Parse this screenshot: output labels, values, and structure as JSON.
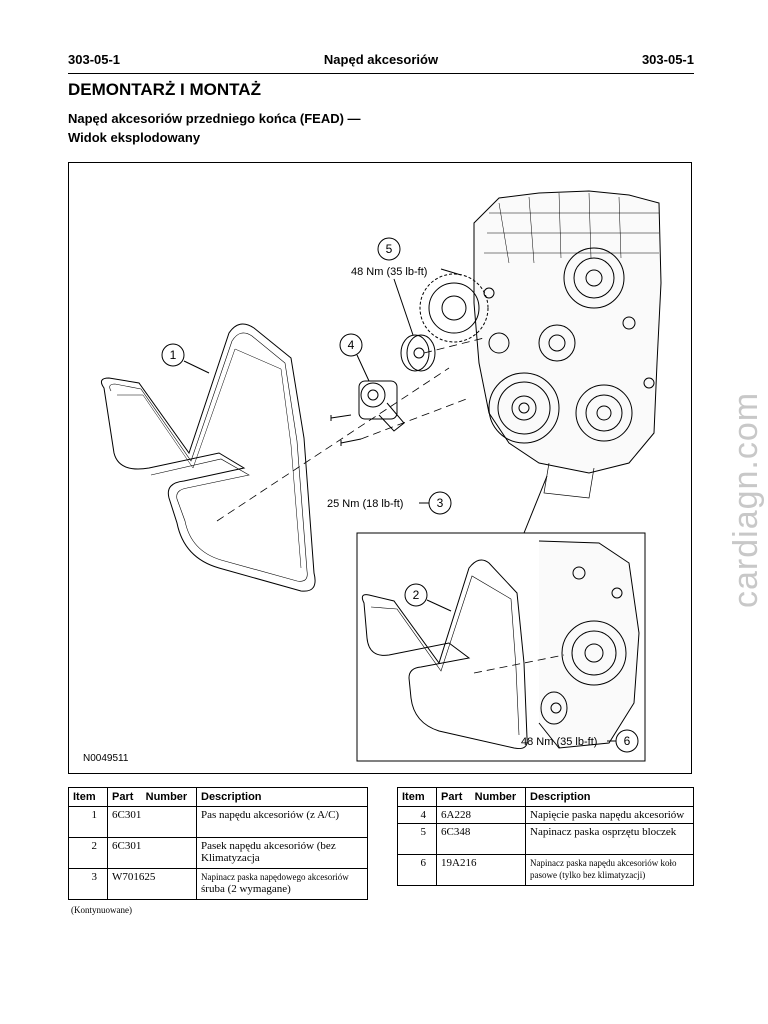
{
  "header": {
    "left": "303-05-1",
    "center": "Napęd akcesoriów",
    "right": "303-05-1"
  },
  "title": "DEMONTARŻ I MONTAŻ",
  "subtitle_line1": "Napęd akcesoriów przedniego końca (FEAD) —",
  "subtitle_line2": "Widok eksplodowany",
  "figure": {
    "id": "N0049511",
    "callouts": [
      {
        "num": "1"
      },
      {
        "num": "2"
      },
      {
        "num": "3",
        "label": "25 Nm (18 lb-ft)"
      },
      {
        "num": "4"
      },
      {
        "num": "5",
        "label": "48 Nm (35 lb-ft)"
      },
      {
        "num": "6",
        "label": "48 Nm (35 lb-ft)"
      }
    ]
  },
  "table": {
    "headers": [
      "Item",
      "Part",
      "Number",
      "Description"
    ],
    "rows": [
      {
        "item": "1",
        "part": "6C301",
        "desc": "Pas napędu akcesoriów (z A/C)"
      },
      {
        "item": "2",
        "part": "6C301",
        "desc": "Pasek napędu akcesoriów (bez Klimatyzacja"
      },
      {
        "item": "3",
        "part": "W701625",
        "desc_small": "Napinacz paska napędowego akcesoriów",
        "desc": "śruba (2 wymagane)"
      },
      {
        "item": "4",
        "part": "6A228",
        "desc": "Napięcie paska napędu akcesoriów"
      },
      {
        "item": "5",
        "part": "6C348",
        "desc": "Napinacz paska osprzętu bloczek"
      },
      {
        "item": "6",
        "part": "19A216",
        "desc_small": "Napinacz paska napędu akcesoriów koło pasowe (tylko bez klimatyzacji)"
      }
    ]
  },
  "continued": "(Kontynuowane)",
  "watermark": "cardiagn.com"
}
